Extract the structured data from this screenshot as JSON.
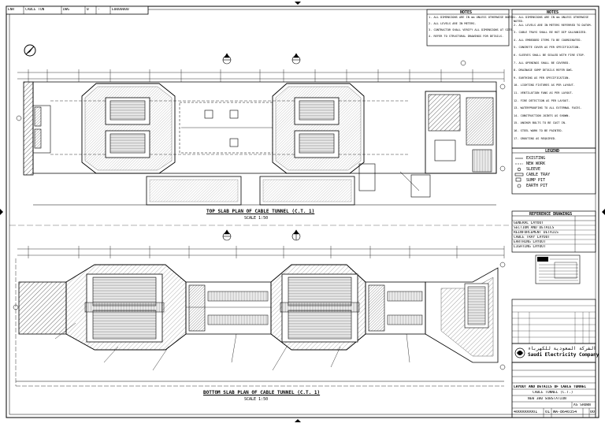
{
  "header": {
    "doc_code": "WA-8640354",
    "cells": [
      "ENR",
      "CABLE TUN",
      "DWG",
      "0",
      "-",
      "E0000000"
    ]
  },
  "notes": {
    "title": "NOTES",
    "lines_left": [
      "1. ALL DIMENSIONS ARE IN mm UNLESS OTHERWISE NOTED.",
      "2. ALL LEVELS ARE IN METERS.",
      "3. CONTRACTOR SHALL VERIFY ALL DIMENSIONS AT SITE.",
      "4. REFER TO STRUCTURAL DRAWINGS FOR DETAILS."
    ],
    "lines_right": [
      "1. ALL DIMENSIONS ARE IN mm UNLESS OTHERWISE NOTED.",
      "2. ALL LEVELS ARE IN METERS REFERRED TO DATUM.",
      "3. CABLE TRAYS SHALL BE HOT DIP GALVANIZED.",
      "4. ALL EMBEDDED ITEMS TO BE COORDINATED.",
      "5. CONCRETE COVER AS PER SPECIFICATION.",
      "6. SLEEVES SHALL BE SEALED WITH FIRE STOP.",
      "7. ALL OPENINGS SHALL BE COVERED.",
      "8. DRAINAGE SUMP DETAILS REFER DWG.",
      "9. EARTHING AS PER SPECIFICATION.",
      "10. LIGHTING FIXTURES AS PER LAYOUT.",
      "11. VENTILATION FANS AS PER LAYOUT.",
      "12. FIRE DETECTION AS PER LAYOUT.",
      "13. WATERPROOFING TO ALL EXTERNAL FACES.",
      "14. CONSTRUCTION JOINTS AS SHOWN.",
      "15. ANCHOR BOLTS TO BE CAST IN.",
      "16. STEEL WORK TO BE PAINTED.",
      "17. GROUTING AS REQUIRED."
    ]
  },
  "legend": {
    "title": "LEGEND",
    "items": [
      "EXISTING",
      "NEW WORK",
      "SLEEVE",
      "CABLE TRAY",
      "SUMP PIT",
      "EARTH PIT"
    ]
  },
  "reference": {
    "title": "REFERENCE DRAWINGS",
    "rows": [
      "GENERAL LAYOUT",
      "SECTION AND DETAILS",
      "REINFORCEMENT DETAILS",
      "CABLE TRAY LAYOUT",
      "EARTHING LAYOUT",
      "LIGHTING LAYOUT"
    ]
  },
  "company": {
    "name": "Saudi Electricity Company",
    "arabic": "الشركة السعودية للكهرباء"
  },
  "title_block": {
    "title1": "LAYOUT AND DETAILS OF CABLE TUNNEL",
    "title2": "CABLE TUNNEL (C.T.)",
    "title3": "NEW 380 SUBSTATION",
    "drawing_no": "WA-8640354",
    "sheet": "4000000001",
    "scale": "AS SHOWN",
    "rev": "00",
    "cont": "01"
  },
  "plans": {
    "top_caption": "TOP SLAB PLAN OF CABLE TUNNEL (C.T. 1)",
    "bottom_caption": "BOTTOM SLAB PLAN OF CABLE TUNNEL (C.T. 1)",
    "scale_label": "SCALE 1:50"
  },
  "north_arrow": "N",
  "colors": {
    "line": "#000000",
    "hatch": "#000000",
    "background": "#ffffff"
  }
}
